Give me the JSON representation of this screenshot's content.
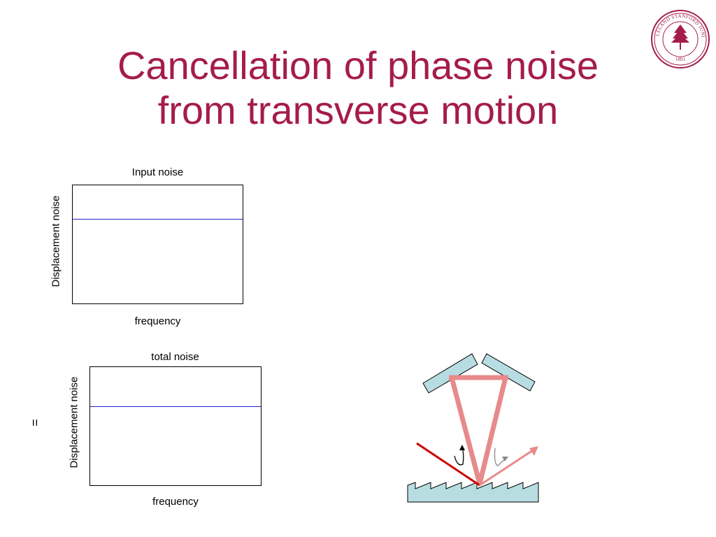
{
  "slide": {
    "title_line1": "Cancellation of phase noise",
    "title_line2": "from transverse motion",
    "equals_sign": "="
  },
  "plots": {
    "top": {
      "title": "Input noise",
      "xlabel": "frequency",
      "ylabel": "Displacement noise"
    },
    "bottom": {
      "title": "total noise",
      "xlabel": "frequency",
      "ylabel": "Displacement noise"
    }
  },
  "seal": {
    "text": "LELAND STANFORD JUNIOR UNIVERSITY",
    "year": "1891"
  },
  "colors": {
    "title": "#a51c4b",
    "noise_line": "#2020d0",
    "mirror_fill": "#b7dde2",
    "beam_pink": "#e88a8a",
    "beam_red": "#cc0000",
    "seal": "#a51c4b"
  }
}
